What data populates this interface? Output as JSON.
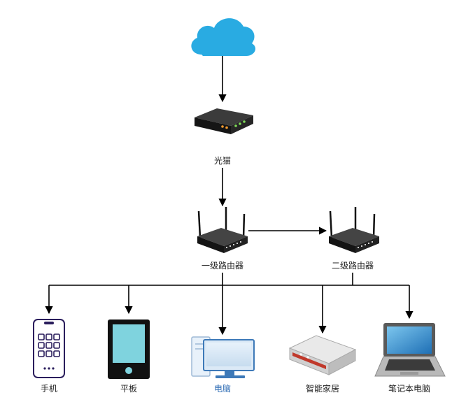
{
  "nodes": {
    "modem_label": "光猫",
    "router1_label": "一级路由器",
    "router2_label": "二级路由器",
    "phone_label": "手机",
    "tablet_label": "平板",
    "pc_label": "电脑",
    "smarthome_label": "智能家居",
    "laptop_label": "笔记本电脑"
  },
  "colors": {
    "cloud": "#29abe2",
    "line": "#000000",
    "pc_label": "#2f6db5",
    "tablet_screen": "#7fd3de",
    "laptop_screen": "#1e6fb5",
    "smarthome_accent": "#c0392b",
    "phone_outline": "#2a1d5c"
  }
}
